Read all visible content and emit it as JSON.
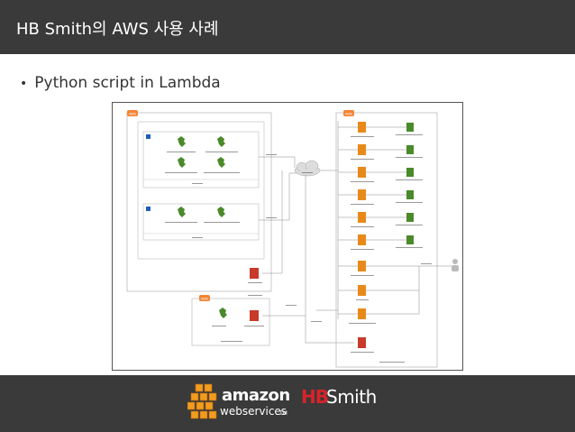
{
  "header": {
    "title": "HB Smith의 AWS 사용 사례"
  },
  "content": {
    "bullet": "Python script in Lambda"
  },
  "footer": {
    "amazon_word": "amazon",
    "webservices_word": "webservices",
    "trademark": "TM",
    "company_hb": "HB",
    "company_smith": "Smith"
  }
}
